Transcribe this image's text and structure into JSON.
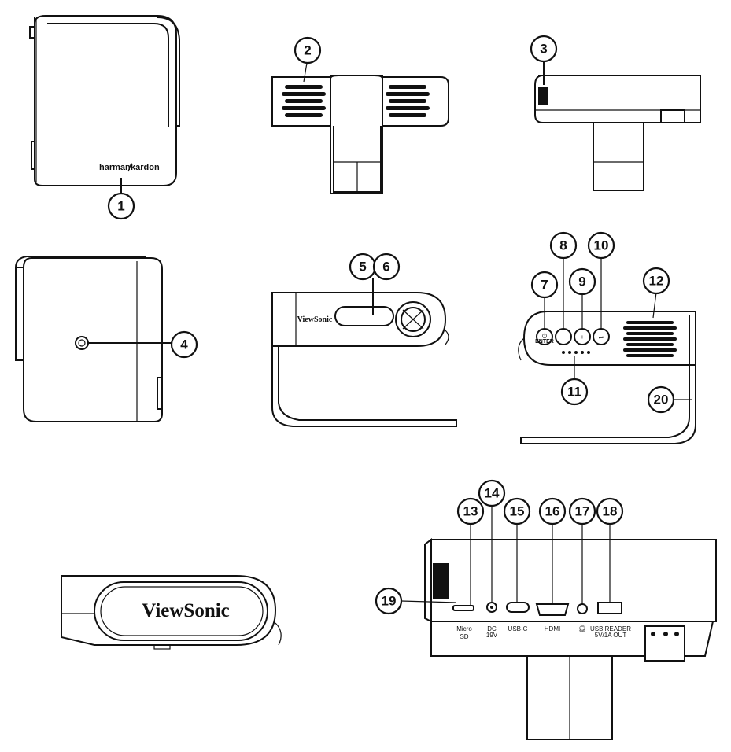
{
  "callouts": {
    "c1": "1",
    "c2": "2",
    "c3": "3",
    "c4": "4",
    "c5": "5",
    "c6": "6",
    "c7": "7",
    "c8": "8",
    "c9": "9",
    "c10": "10",
    "c11": "11",
    "c12": "12",
    "c13": "13",
    "c14": "14",
    "c15": "15",
    "c16": "16",
    "c17": "17",
    "c18": "18",
    "c19": "19",
    "c20": "20"
  },
  "brand": {
    "harman_left": "harman",
    "harman_right": "kardon",
    "viewsonic_small": "ViewSonic",
    "viewsonic_large": "ViewSonic"
  },
  "buttons": {
    "power_label": "ENTER",
    "minus": "−",
    "plus": "+"
  },
  "ports": {
    "micro": "Micro",
    "sd": "SD",
    "dc": "DC",
    "dc_volt": "19V",
    "usbc": "USB-C",
    "hdmi": "HDMI",
    "usb_reader": "USB READER",
    "usb_out": "5V/1A OUT"
  }
}
